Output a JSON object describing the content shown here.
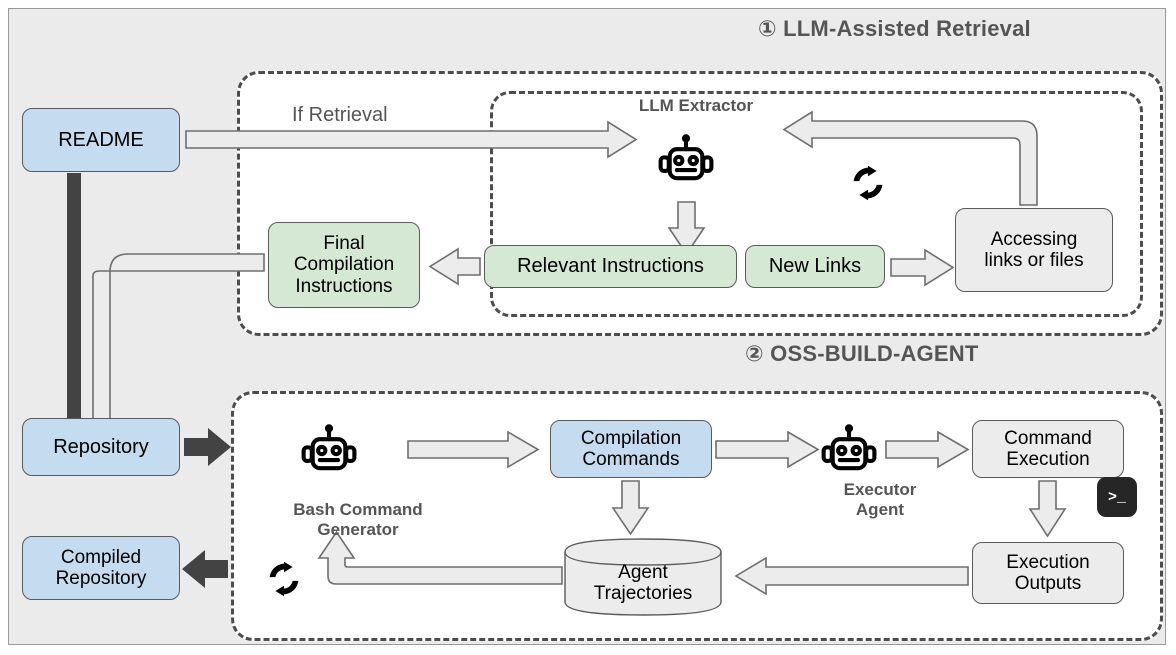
{
  "sections": [
    {
      "marker": "①",
      "title": "LLM-Assisted Retrieval"
    },
    {
      "marker": "②",
      "title": "OSS-BUILD-AGENT"
    }
  ],
  "nodes": {
    "readme": "README",
    "final_compilation": "Final\nCompilation\nInstructions",
    "relevant_instructions": "Relevant Instructions",
    "new_links": "New Links",
    "accessing": "Accessing\nlinks or files",
    "repository": "Repository",
    "compiled_repository": "Compiled\nRepository",
    "compilation_commands": "Compilation\nCommands",
    "agent_trajectories": "Agent\nTrajectories",
    "command_execution": "Command\nExecution",
    "execution_outputs": "Execution\nOutputs"
  },
  "agents": {
    "llm_extractor": "LLM Extractor",
    "bash_command_generator": "Bash Command\nGenerator",
    "executor_agent": "Executor\nAgent"
  },
  "edge_labels": {
    "if_retrieval": "If Retrieval"
  },
  "icons": {
    "robot": "robot-icon",
    "loop": "refresh-loop-icon",
    "terminal": "terminal-icon",
    "terminal_glyph": ">_"
  },
  "colors": {
    "canvas_bg": "#ebebeb",
    "panel_bg": "#ffffff",
    "blue_node": "#c5dcf0",
    "green_node": "#d5e8d4",
    "grey_node": "#ececec",
    "dashed_border": "#4d4d4d",
    "light_arrow_fill": "#ececec",
    "light_arrow_stroke": "#6e6e6e",
    "dark_arrow": "#434343",
    "caption_text": "#555555"
  }
}
